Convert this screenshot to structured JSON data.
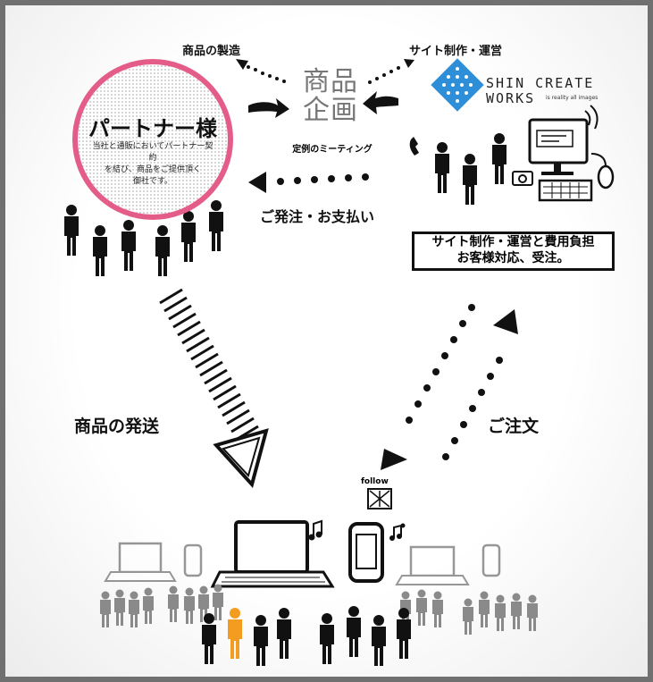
{
  "labels": {
    "manufacture": "商品の製造",
    "site_ops_top": "サイト制作・運営",
    "center_title_line1": "商品",
    "center_title_line2": "企画",
    "center_sub": "定例のミーティング",
    "order_payment": "ご発注・お支払い",
    "shipping": "商品の発送",
    "customer_order": "ご注文",
    "follow": "follow"
  },
  "partner": {
    "title": "パートナー様",
    "desc_line1": "当社と通販においてパートナー契約",
    "desc_line2": "を結び、商品をご提供頂く",
    "desc_line3": "御社です。"
  },
  "logo": {
    "line1": "SHIN CREATE",
    "line2": "WORKS",
    "tagline": "is reality all images"
  },
  "box": {
    "line1": "サイト制作・運営と費用負担",
    "line2": "お客様対応、受注。"
  },
  "colors": {
    "partner_ring": "#e45c88",
    "highlight_person": "#f39c1f",
    "logo_blue": "#2f8ed8",
    "frame": "#707070"
  }
}
